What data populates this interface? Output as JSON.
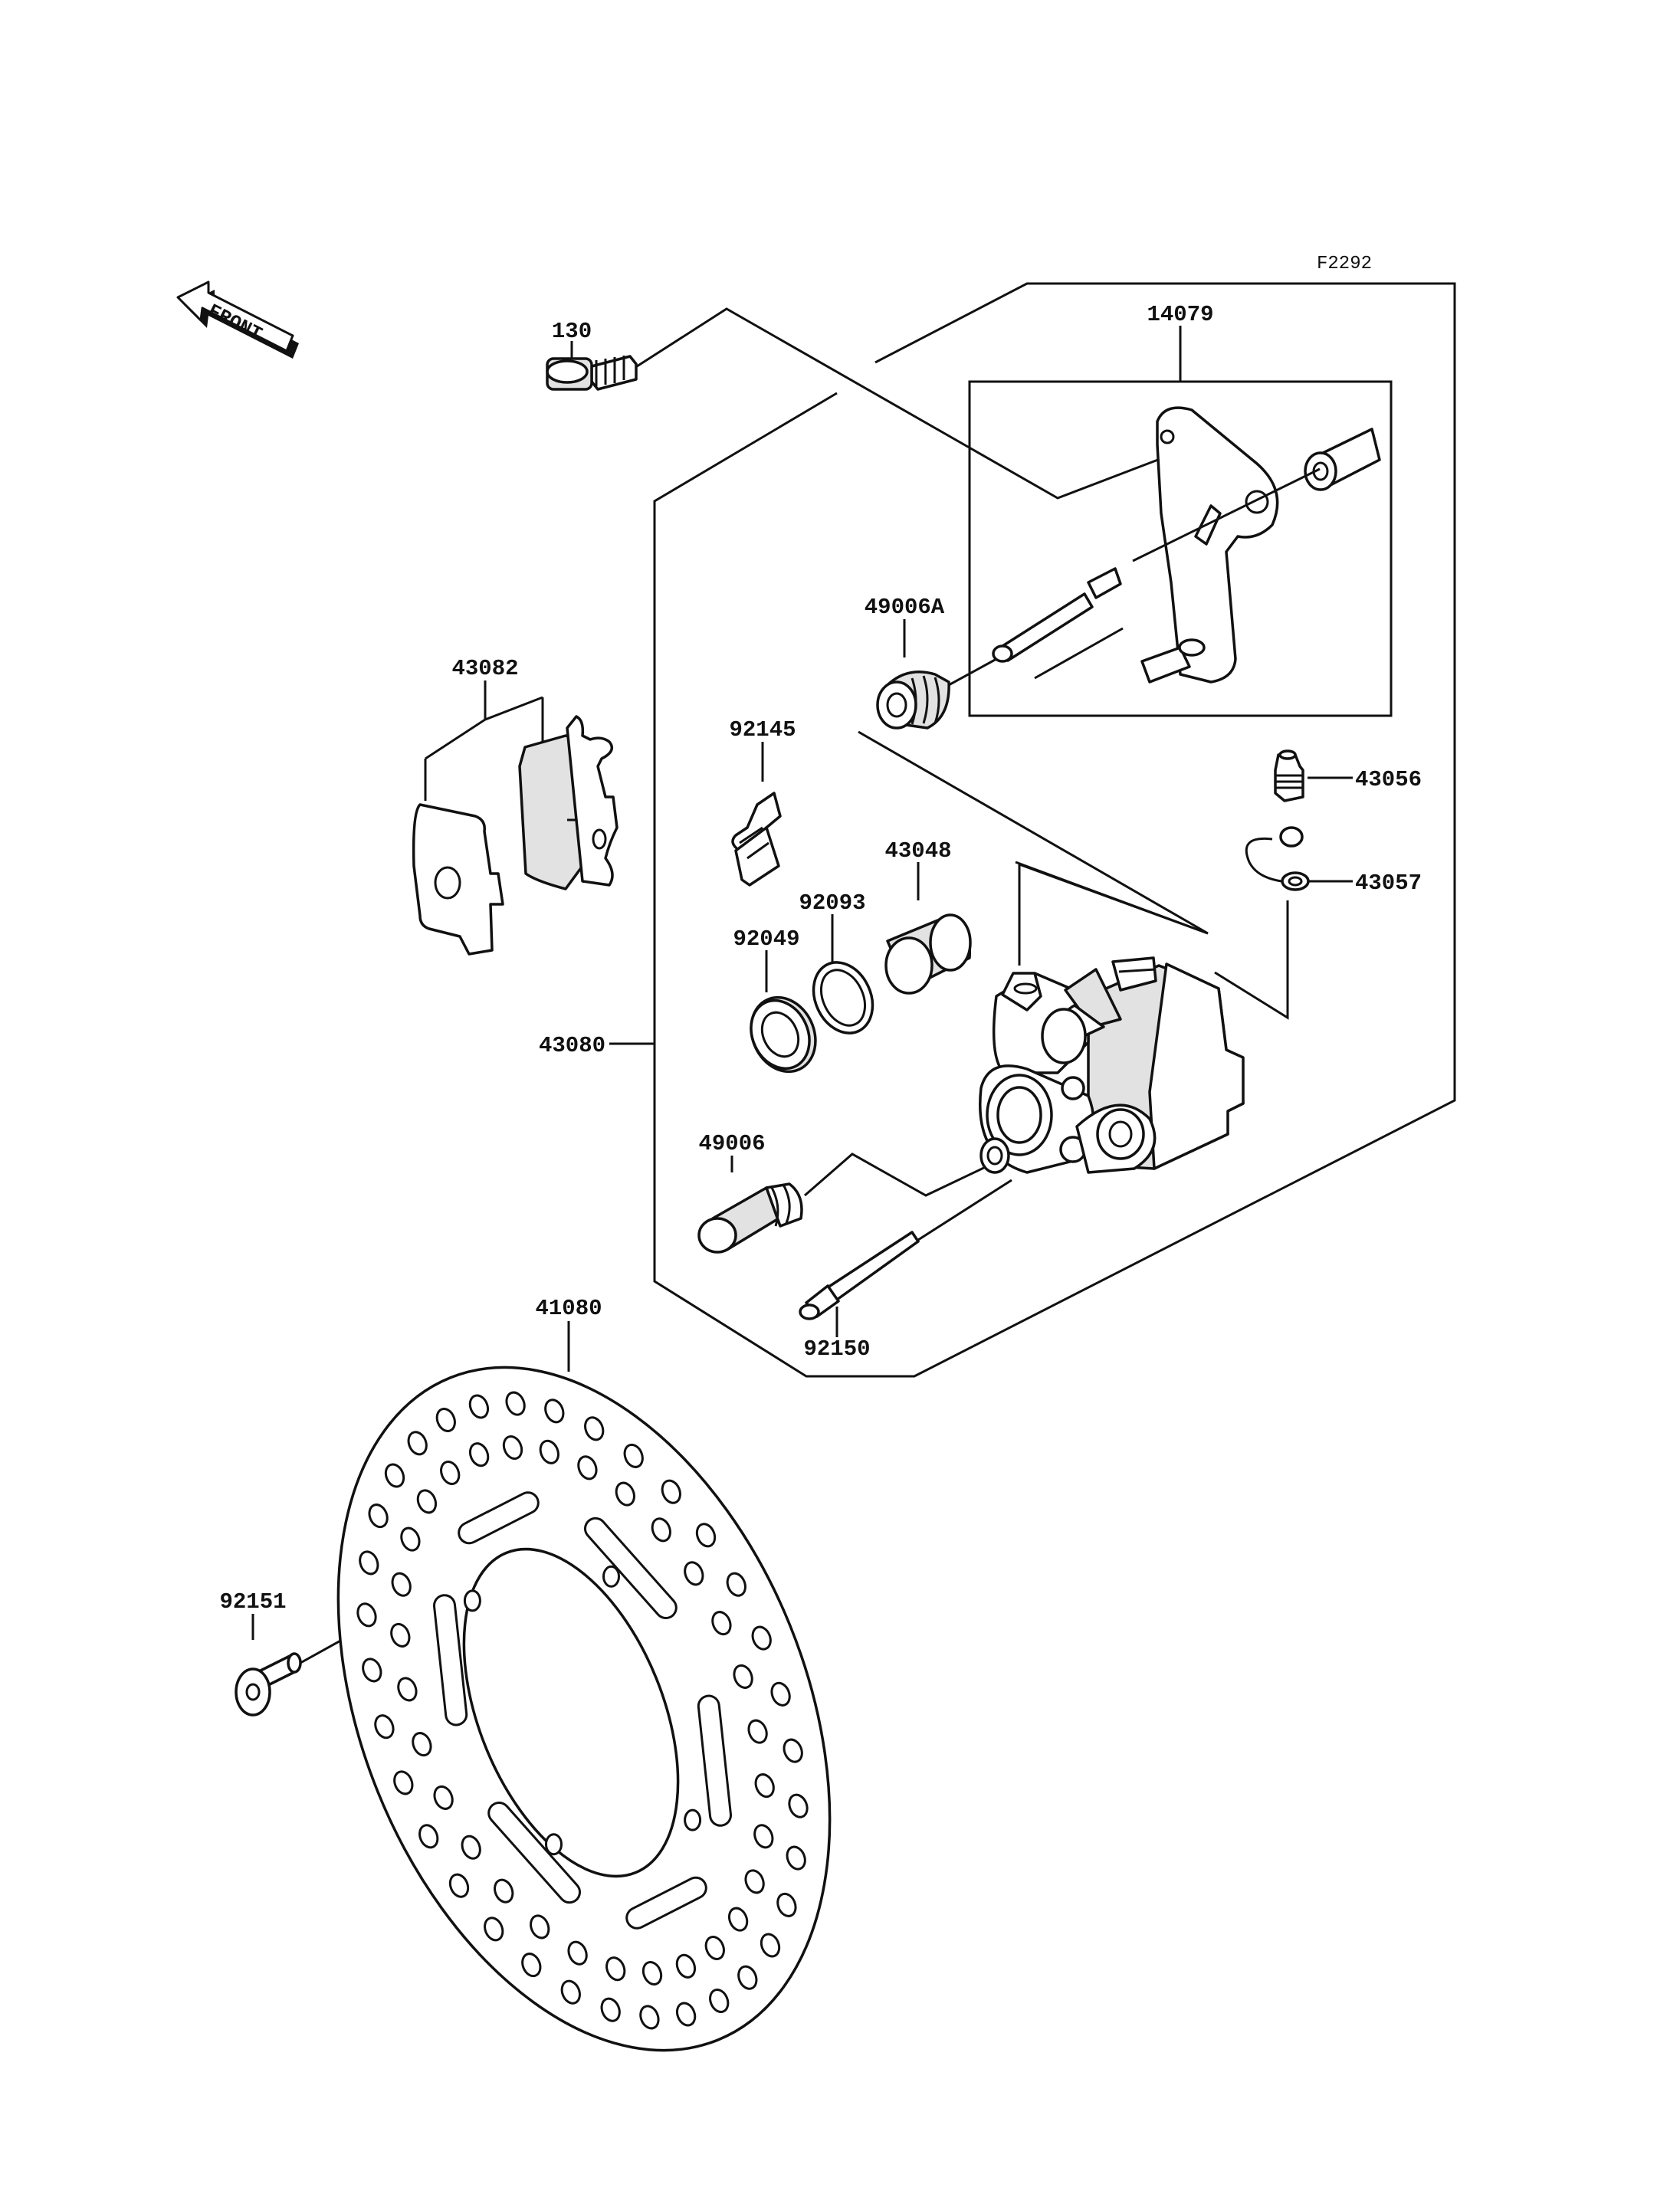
{
  "figure_ref": "F2292",
  "direction_label": "FRONT",
  "parts": [
    {
      "id": "p130",
      "number": "130"
    },
    {
      "id": "p14079",
      "number": "14079"
    },
    {
      "id": "p49006A",
      "number": "49006A"
    },
    {
      "id": "p43082",
      "number": "43082"
    },
    {
      "id": "p92145",
      "number": "92145"
    },
    {
      "id": "p43056",
      "number": "43056"
    },
    {
      "id": "p43048",
      "number": "43048"
    },
    {
      "id": "p43057",
      "number": "43057"
    },
    {
      "id": "p92093",
      "number": "92093"
    },
    {
      "id": "p92049",
      "number": "92049"
    },
    {
      "id": "p43080",
      "number": "43080"
    },
    {
      "id": "p49006",
      "number": "49006"
    },
    {
      "id": "p92150",
      "number": "92150"
    },
    {
      "id": "p41080",
      "number": "41080"
    },
    {
      "id": "p92151",
      "number": "92151"
    }
  ]
}
